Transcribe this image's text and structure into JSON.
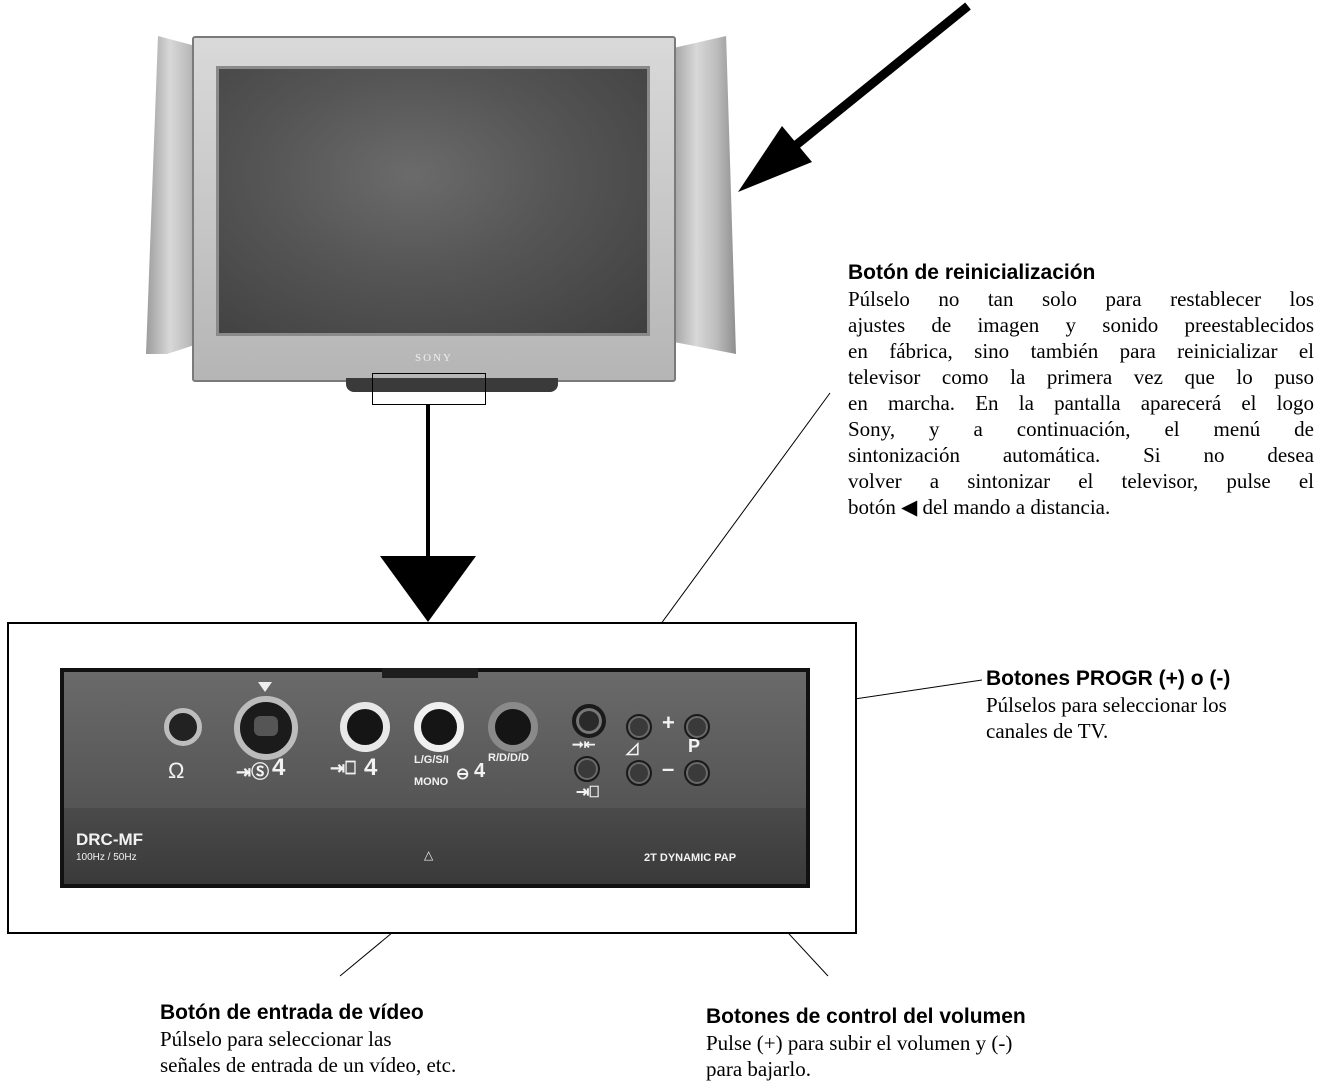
{
  "tv": {
    "brand": "SONY"
  },
  "panel": {
    "model": "DRC-MF",
    "frequency": "100Hz / 50Hz",
    "feature": "2T DYNAMIC PAP",
    "labels": {
      "headphone": "Ω",
      "svideo": "4",
      "video": "4",
      "audio_left": "L/G/S/I",
      "audio_mono": "MONO",
      "audio_num": "4",
      "audio_right": "R/D/D/D",
      "plus": "+",
      "minus": "–",
      "program": "P"
    }
  },
  "callouts": {
    "reset": {
      "title": "Botón de reinicialización",
      "lines": [
        "Púlselo no tan solo para restablecer los",
        "ajustes de imagen y sonido preestablecidos",
        "en fábrica, sino también para reinicializar el",
        "televisor como la primera vez que lo puso",
        "en marcha. En la pantalla aparecerá el logo",
        "Sony, y a continuación, el menú de",
        "sintonización automática. Si no desea",
        "volver a sintonizar el televisor, pulse el",
        "botón ◀ del mando a distancia."
      ]
    },
    "program": {
      "title": "Botones PROGR (+) o (-)",
      "lines": [
        "Púlselos para seleccionar los",
        "canales de TV."
      ]
    },
    "video_input": {
      "title": "Botón de entrada de vídeo",
      "lines": [
        "Púlselo para seleccionar las",
        "señales de entrada de un vídeo, etc."
      ]
    },
    "volume": {
      "title": "Botones de control del volumen",
      "lines": [
        "Pulse (+) para subir el volumen y (-)",
        "para bajarlo."
      ]
    }
  }
}
